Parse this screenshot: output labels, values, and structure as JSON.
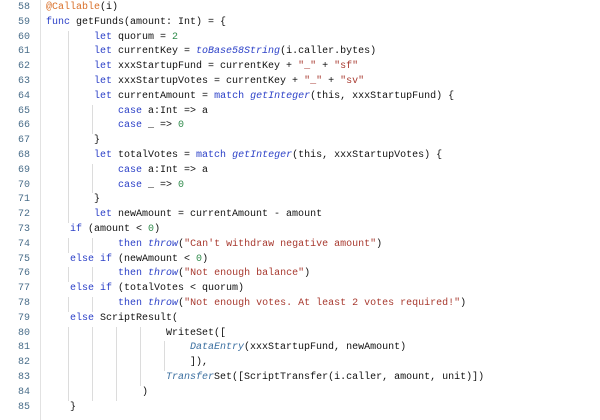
{
  "editor": {
    "lines": [
      {
        "n": "58",
        "indent": 0,
        "t": [
          [
            "ann",
            "@Callable"
          ],
          [
            "",
            "(i)"
          ]
        ]
      },
      {
        "n": "59",
        "indent": 0,
        "t": [
          [
            "kw",
            "func"
          ],
          [
            "",
            " getFunds(amount: Int) = {"
          ]
        ]
      },
      {
        "n": "60",
        "indent": 8,
        "t": [
          [
            "kw",
            "let"
          ],
          [
            "",
            " quorum = "
          ],
          [
            "num",
            "2"
          ]
        ]
      },
      {
        "n": "61",
        "indent": 8,
        "t": [
          [
            "kw",
            "let"
          ],
          [
            "",
            " currentKey = "
          ],
          [
            "fn",
            "toBase58String"
          ],
          [
            "",
            "(i.caller.bytes)"
          ]
        ]
      },
      {
        "n": "62",
        "indent": 8,
        "t": [
          [
            "kw",
            "let"
          ],
          [
            "",
            " xxxStartupFund = currentKey + "
          ],
          [
            "str",
            "\"_\""
          ],
          [
            "",
            " + "
          ],
          [
            "str",
            "\"sf\""
          ]
        ]
      },
      {
        "n": "63",
        "indent": 8,
        "t": [
          [
            "kw",
            "let"
          ],
          [
            "",
            " xxxStartupVotes = currentKey + "
          ],
          [
            "str",
            "\"_\""
          ],
          [
            "",
            " + "
          ],
          [
            "str",
            "\"sv\""
          ]
        ]
      },
      {
        "n": "64",
        "indent": 8,
        "t": [
          [
            "kw",
            "let"
          ],
          [
            "",
            " currentAmount = "
          ],
          [
            "kw",
            "match"
          ],
          [
            "",
            " "
          ],
          [
            "fn",
            "getInteger"
          ],
          [
            "",
            "(this, xxxStartupFund) {"
          ]
        ]
      },
      {
        "n": "65",
        "indent": 12,
        "t": [
          [
            "kw",
            "case"
          ],
          [
            "",
            " a:Int => a"
          ]
        ]
      },
      {
        "n": "66",
        "indent": 12,
        "t": [
          [
            "kw",
            "case"
          ],
          [
            "",
            " _ => "
          ],
          [
            "num",
            "0"
          ]
        ]
      },
      {
        "n": "67",
        "indent": 8,
        "t": [
          [
            "",
            "}"
          ]
        ]
      },
      {
        "n": "68",
        "indent": 8,
        "t": [
          [
            "kw",
            "let"
          ],
          [
            "",
            " totalVotes = "
          ],
          [
            "kw",
            "match"
          ],
          [
            "",
            " "
          ],
          [
            "fn",
            "getInteger"
          ],
          [
            "",
            "(this, xxxStartupVotes) {"
          ]
        ]
      },
      {
        "n": "69",
        "indent": 12,
        "t": [
          [
            "kw",
            "case"
          ],
          [
            "",
            " a:Int => a"
          ]
        ]
      },
      {
        "n": "70",
        "indent": 12,
        "t": [
          [
            "kw",
            "case"
          ],
          [
            "",
            " _ => "
          ],
          [
            "num",
            "0"
          ]
        ]
      },
      {
        "n": "71",
        "indent": 8,
        "t": [
          [
            "",
            "}"
          ]
        ]
      },
      {
        "n": "72",
        "indent": 8,
        "t": [
          [
            "kw",
            "let"
          ],
          [
            "",
            " newAmount = currentAmount - amount"
          ]
        ]
      },
      {
        "n": "73",
        "indent": 4,
        "t": [
          [
            "kw",
            "if"
          ],
          [
            "",
            " (amount < "
          ],
          [
            "num",
            "0"
          ],
          [
            "",
            ")"
          ]
        ]
      },
      {
        "n": "74",
        "indent": 12,
        "t": [
          [
            "kw",
            "then"
          ],
          [
            "",
            " "
          ],
          [
            "fn",
            "throw"
          ],
          [
            "",
            "("
          ],
          [
            "str",
            "\"Can't withdraw negative amount\""
          ],
          [
            "",
            ")"
          ]
        ]
      },
      {
        "n": "75",
        "indent": 4,
        "t": [
          [
            "kw",
            "else if"
          ],
          [
            "",
            " (newAmount < "
          ],
          [
            "num",
            "0"
          ],
          [
            "",
            ")"
          ]
        ]
      },
      {
        "n": "76",
        "indent": 12,
        "t": [
          [
            "kw",
            "then"
          ],
          [
            "",
            " "
          ],
          [
            "fn",
            "throw"
          ],
          [
            "",
            "("
          ],
          [
            "str",
            "\"Not enough balance\""
          ],
          [
            "",
            ")"
          ]
        ]
      },
      {
        "n": "77",
        "indent": 4,
        "t": [
          [
            "kw",
            "else if"
          ],
          [
            "",
            " (totalVotes < quorum)"
          ]
        ]
      },
      {
        "n": "78",
        "indent": 12,
        "t": [
          [
            "kw",
            "then"
          ],
          [
            "",
            " "
          ],
          [
            "fn",
            "throw"
          ],
          [
            "",
            "("
          ],
          [
            "str",
            "\"Not enough votes. At least 2 votes required!\""
          ],
          [
            "",
            ")"
          ]
        ]
      },
      {
        "n": "79",
        "indent": 4,
        "t": [
          [
            "kw",
            "else"
          ],
          [
            "",
            " ScriptResult("
          ]
        ]
      },
      {
        "n": "80",
        "indent": 20,
        "t": [
          [
            "",
            "WriteSet(["
          ]
        ]
      },
      {
        "n": "81",
        "indent": 24,
        "t": [
          [
            "fn2",
            "DataEntry"
          ],
          [
            "",
            "(xxxStartupFund, newAmount)"
          ]
        ]
      },
      {
        "n": "82",
        "indent": 24,
        "t": [
          [
            "",
            "]),"
          ]
        ]
      },
      {
        "n": "83",
        "indent": 20,
        "t": [
          [
            "fn2",
            "Transfer"
          ],
          [
            "",
            "Set([ScriptTransfer(i.caller, amount, unit)])"
          ]
        ]
      },
      {
        "n": "84",
        "indent": 16,
        "t": [
          [
            "",
            ")"
          ]
        ]
      },
      {
        "n": "85",
        "indent": 4,
        "t": [
          [
            "",
            "}"
          ]
        ]
      }
    ]
  }
}
